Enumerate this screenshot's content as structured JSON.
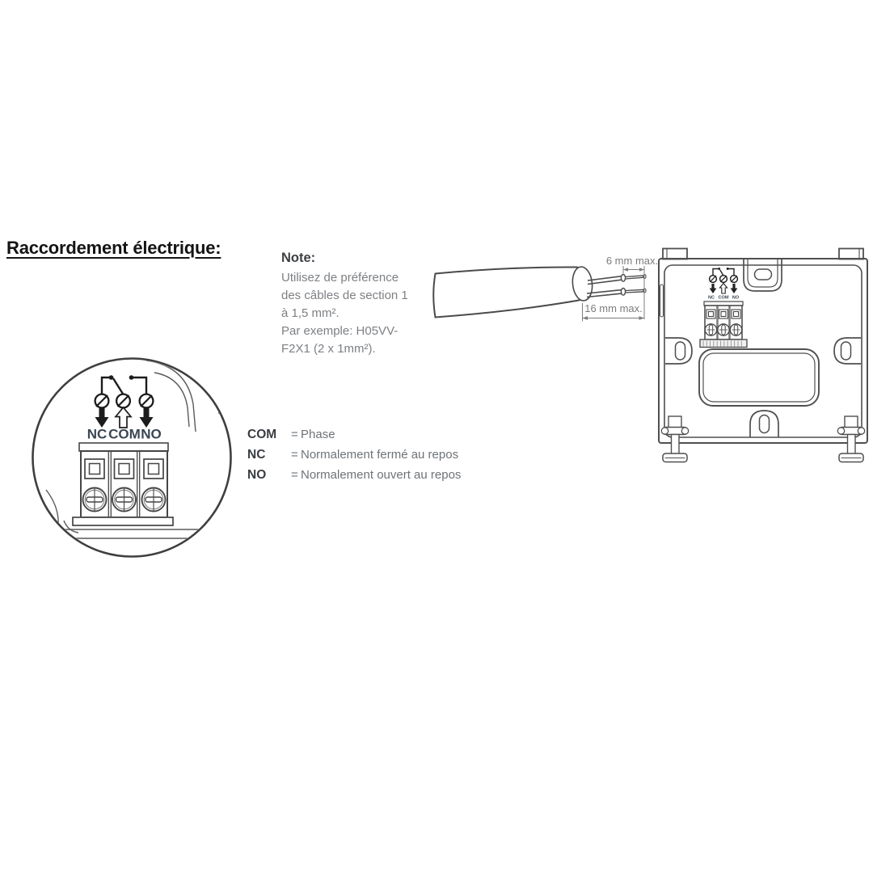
{
  "title": "Raccordement électrique:",
  "note": {
    "heading": "Note:",
    "body": "Utilisez de préférence\ndes câbles de section 1\nà 1,5 mm².\nPar exemple: H05VV-\nF2X1 (2 x 1mm²)."
  },
  "terminal_labels": {
    "nc": "NC",
    "com": "COM",
    "no": "NO"
  },
  "legend": {
    "rows": [
      {
        "term": "COM",
        "eq": "=",
        "desc": "Phase"
      },
      {
        "term": "NC",
        "eq": "=",
        "desc": "Normalement fermé au repos"
      },
      {
        "term": "NO",
        "eq": "=",
        "desc": "Normalement ouvert au repos"
      }
    ]
  },
  "cable_dimensions": {
    "strip_length": "6 mm max.",
    "sheath_length": "16 mm max."
  },
  "colors": {
    "ink": "#454545",
    "relay_ink": "#1c1c1c",
    "terminal_label_ink": "#3b4653",
    "dimension_gray": "#7c7c7c",
    "body_text_gray": "#7d8084",
    "title_ink": "#141414"
  }
}
